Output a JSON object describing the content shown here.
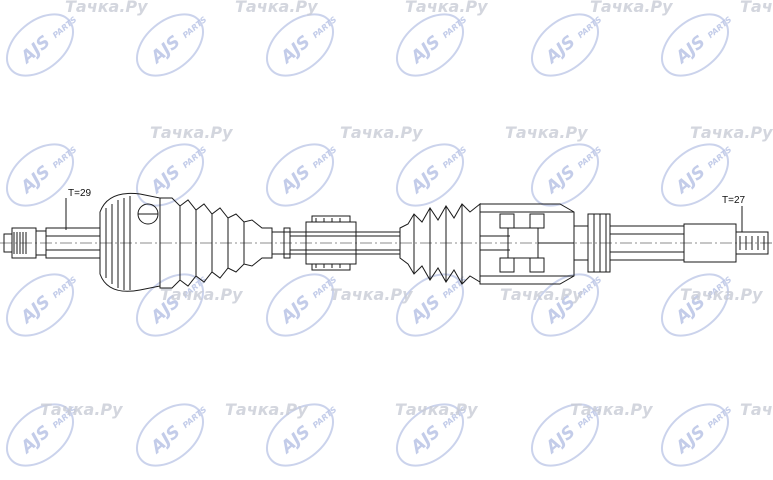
{
  "diagram": {
    "labels": {
      "left_spline": "T=29",
      "right_spline": "T=27"
    }
  },
  "watermarks": {
    "logo_text": "AJS",
    "logo_subtext": "PARTS",
    "site_text": "Тачка.Ру",
    "logo_color": "#b9c4e6",
    "site_text_color": "#c9ccd6"
  },
  "colors": {
    "line": "#1a1a1a",
    "background": "#ffffff"
  }
}
